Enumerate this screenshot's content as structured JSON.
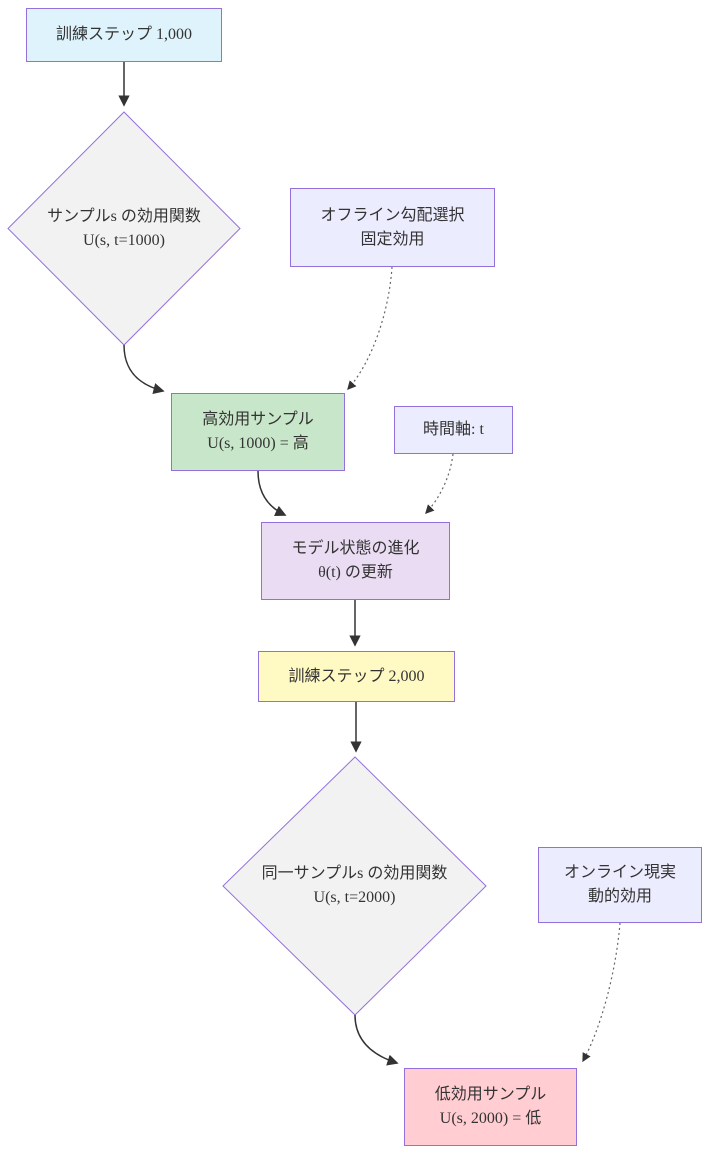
{
  "diagram": {
    "type": "flowchart",
    "direction": "top-down",
    "colors": {
      "node_border": "#9370db",
      "diamond_fill": "#f2f2f2",
      "default_fill": "#ececff",
      "step1_fill": "#def3fb",
      "high_fill": "#c8e6c9",
      "evolution_fill": "#eadcf3",
      "step2_fill": "#fff9c4",
      "low_fill": "#ffcdd2",
      "edge_solid": "#333333",
      "edge_dotted": "#666666",
      "text": "#333333"
    },
    "nodes": {
      "step1000": {
        "line1": "訓練ステップ 1,000",
        "fill": "#def3fb"
      },
      "utility1": {
        "line1": "サンプルs の効用関数",
        "line2": "U(s, t=1000)",
        "fill": "#f2f2f2"
      },
      "offline": {
        "line1": "オフライン勾配選択",
        "line2": "固定効用",
        "fill": "#ececff"
      },
      "high": {
        "line1": "高効用サンプル",
        "line2": "U(s, 1000) = 高",
        "fill": "#c8e6c9"
      },
      "timeaxis": {
        "line1": "時間軸: t",
        "fill": "#ececff"
      },
      "evolution": {
        "line1": "モデル状態の進化",
        "line2": "θ(t) の更新",
        "fill": "#eadcf3"
      },
      "step2000": {
        "line1": "訓練ステップ 2,000",
        "fill": "#fff9c4"
      },
      "utility2": {
        "line1": "同一サンプルs の効用関数",
        "line2": "U(s, t=2000)",
        "fill": "#f2f2f2"
      },
      "online": {
        "line1": "オンライン現実",
        "line2": "動的効用",
        "fill": "#ececff"
      },
      "low": {
        "line1": "低効用サンプル",
        "line2": "U(s, 2000) = 低",
        "fill": "#ffcdd2"
      }
    },
    "edges": [
      {
        "from": "step1000",
        "to": "utility1",
        "style": "solid"
      },
      {
        "from": "utility1",
        "to": "high",
        "style": "solid"
      },
      {
        "from": "offline",
        "to": "high",
        "style": "dotted"
      },
      {
        "from": "high",
        "to": "evolution",
        "style": "solid"
      },
      {
        "from": "timeaxis",
        "to": "evolution",
        "style": "dotted"
      },
      {
        "from": "evolution",
        "to": "step2000",
        "style": "solid"
      },
      {
        "from": "step2000",
        "to": "utility2",
        "style": "solid"
      },
      {
        "from": "utility2",
        "to": "low",
        "style": "solid"
      },
      {
        "from": "online",
        "to": "low",
        "style": "dotted"
      }
    ]
  }
}
